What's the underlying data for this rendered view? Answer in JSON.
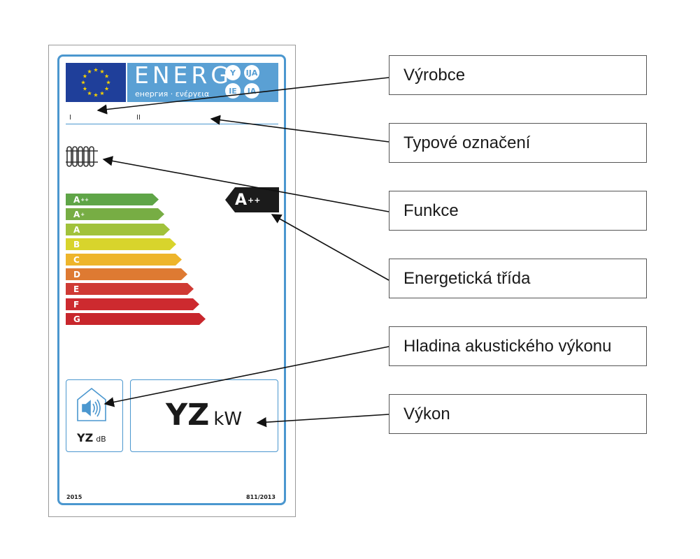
{
  "energy_label": {
    "energ_title": "ENERG",
    "energ_subtitle": "енергия · ενέργεια",
    "lang_badges": [
      "Y",
      "IJA",
      "IE",
      "IA"
    ],
    "field_markers": [
      "I",
      "II"
    ],
    "scale": [
      {
        "label": "A",
        "sup": "++",
        "color": "#5fa547"
      },
      {
        "label": "A",
        "sup": "+",
        "color": "#77ad44"
      },
      {
        "label": "A",
        "sup": "",
        "color": "#a1c23b"
      },
      {
        "label": "B",
        "sup": "",
        "color": "#d8d42c"
      },
      {
        "label": "C",
        "sup": "",
        "color": "#eeb52b"
      },
      {
        "label": "D",
        "sup": "",
        "color": "#de7a32"
      },
      {
        "label": "E",
        "sup": "",
        "color": "#cf3a34"
      },
      {
        "label": "F",
        "sup": "",
        "color": "#cd2a2f"
      },
      {
        "label": "G",
        "sup": "",
        "color": "#c8262c"
      }
    ],
    "class_indicator": {
      "label": "A",
      "sup": "++",
      "color": "#1b1b1b"
    },
    "sound_value": "YZ",
    "sound_unit": "dB",
    "power_value": "YZ",
    "power_unit": "kW",
    "year": "2015",
    "regulation": "811/2013",
    "colors": {
      "frame": "#4b97cf",
      "flag": "#1f3f9a",
      "band": "#5aa0d4",
      "star": "#f5d000"
    }
  },
  "callouts": [
    {
      "text": "Výrobce"
    },
    {
      "text": "Typové označení"
    },
    {
      "text": "Funkce"
    },
    {
      "text": "Energetická třída"
    },
    {
      "text": "Hladina akustického výkonu"
    },
    {
      "text": "Výkon"
    }
  ]
}
